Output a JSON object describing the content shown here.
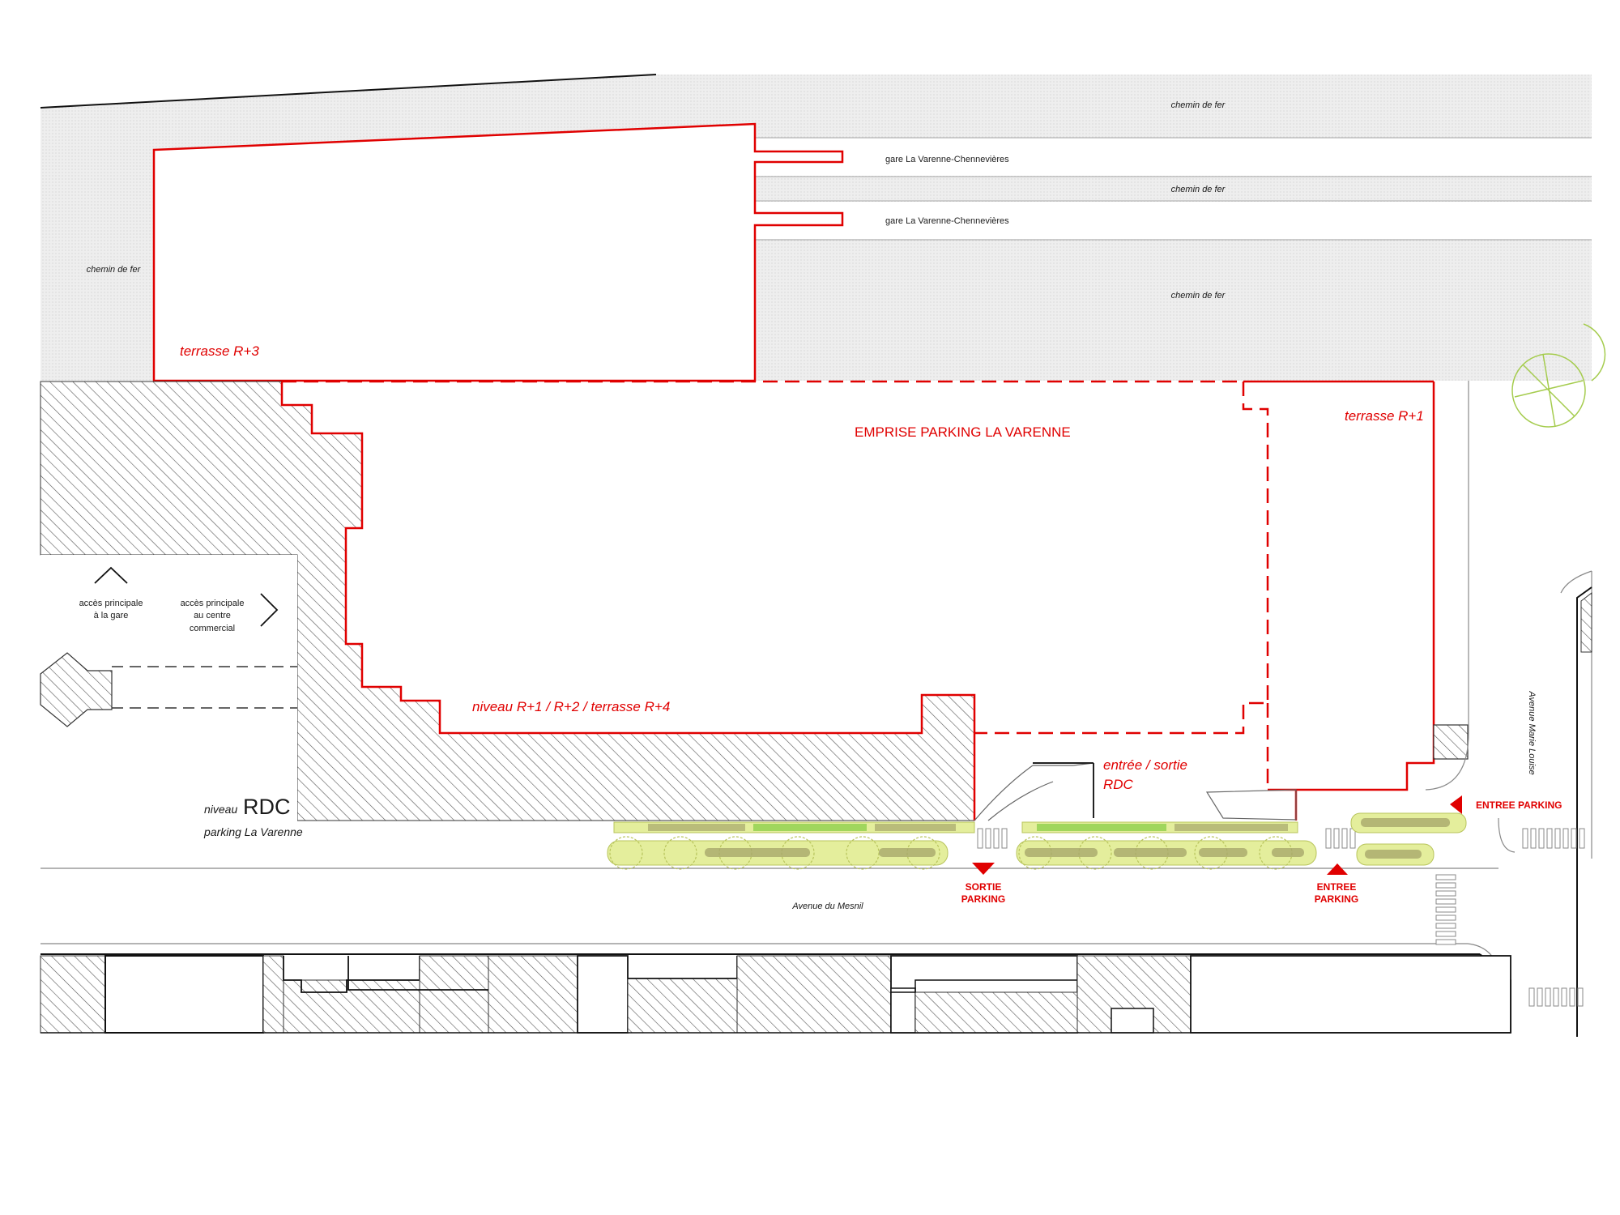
{
  "labels": {
    "rail_top": "chemin de fer",
    "rail_mid": "chemin de fer",
    "rail_right": "chemin de fer",
    "rail_left": "chemin de fer",
    "station_1": "gare La Varenne-Chennevières",
    "station_2": "gare La Varenne-Chennevières",
    "terrasse_r3": "terrasse R+3",
    "terrasse_r1": "terrasse R+1",
    "emprise": "EMPRISE PARKING LA VARENNE",
    "niveau_r1": "niveau R+1 / R+2 / terrasse R+4",
    "entree_sortie_1": "entrée / sortie",
    "entree_sortie_2": "RDC",
    "acces_gare_1": "accès principale",
    "acces_gare_2": "à la gare",
    "acces_cc_1": "accès principale",
    "acces_cc_2": "au centre",
    "acces_cc_3": "commercial",
    "niveau_small": "niveau",
    "niveau_big": "RDC",
    "parking_name": "parking La Varenne",
    "sortie_1": "SORTIE",
    "sortie_2": "PARKING",
    "entree_1": "ENTREE",
    "entree_2": "PARKING",
    "entree_parking_right": "ENTREE PARKING",
    "avenue_mesnil": "Avenue du Mesnil",
    "avenue_marie": "Avenue Marie Louise"
  },
  "colors": {
    "outline_red": "#e00000",
    "rail_fill": "#eeeeee",
    "hatch": "#555555",
    "green_planter": "#e4ee9c",
    "green_dark": "#a7a76c",
    "green_bright": "#8fcf4e"
  }
}
